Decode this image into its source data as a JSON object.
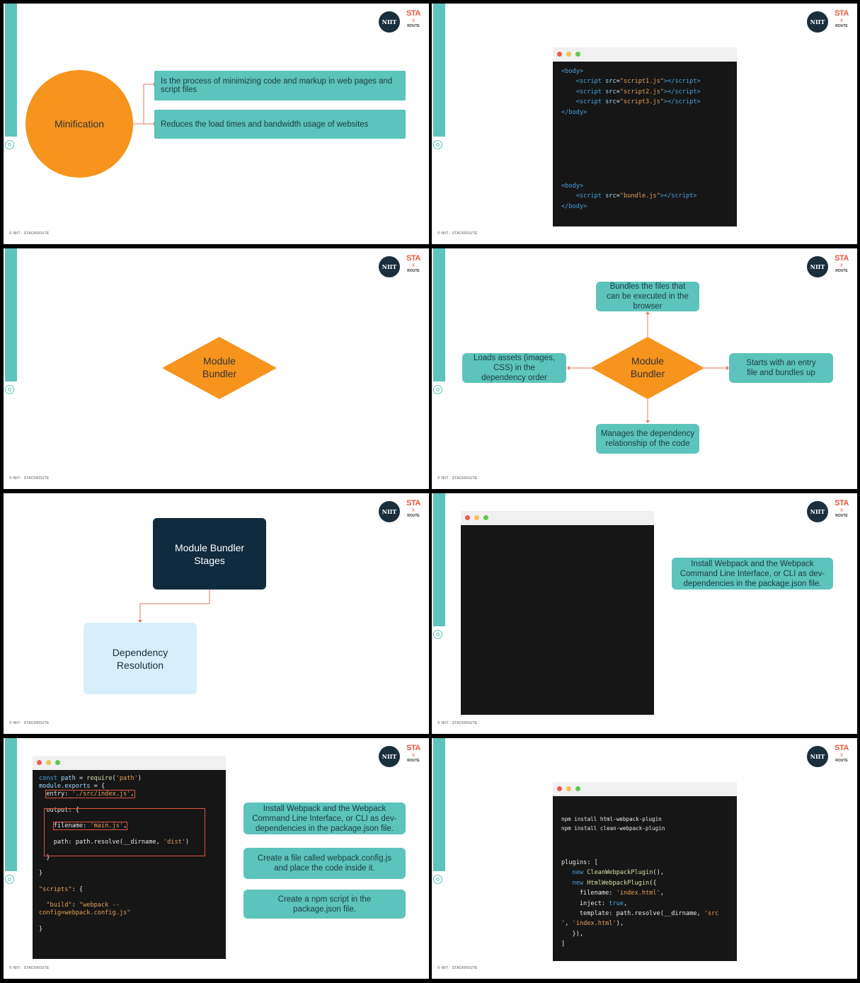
{
  "common": {
    "footer": "© NIIT - STACKROUTE",
    "logo_niit": "NIIT",
    "logo_sr_top": "STA",
    "logo_sr_bottom": "ROUTE"
  },
  "slide1": {
    "circle_label": "Minification",
    "box1": "Is the process of minimizing code and markup in web pages and script files",
    "box2": "Reduces the load times and bandwidth usage of websites"
  },
  "slide3": {
    "diamond_line1": "Module",
    "diamond_line2": "Bundler"
  },
  "slide4": {
    "diamond_line1": "Module",
    "diamond_line2": "Bundler",
    "top": "Bundles the files that can be executed in the browser",
    "left": "Loads assets (images, CSS) in the dependency order",
    "right": "Starts with an entry file and bundles up",
    "bottom": "Manages the dependency relationship of the code"
  },
  "slide5": {
    "dark_box": "Module Bundler Stages",
    "light_box": "Dependency Resolution"
  },
  "slide6": {
    "box": "Install Webpack and the Webpack Command Line Interface, or CLI as dev-dependencies in the package.json file."
  },
  "slide7": {
    "box1": "Install Webpack and the Webpack Command Line Interface, or CLI as dev-dependencies in the package.json file.",
    "box2": "Create a file called webpack.config.js and place the code inside it.",
    "box3": "Create a npm script in the package.json file."
  },
  "colors": {
    "teal": "#5cc4bc",
    "orange": "#f7941d",
    "navy": "#0f2b3d",
    "light_blue": "#d6effa",
    "arrow": "#e07a5f"
  }
}
